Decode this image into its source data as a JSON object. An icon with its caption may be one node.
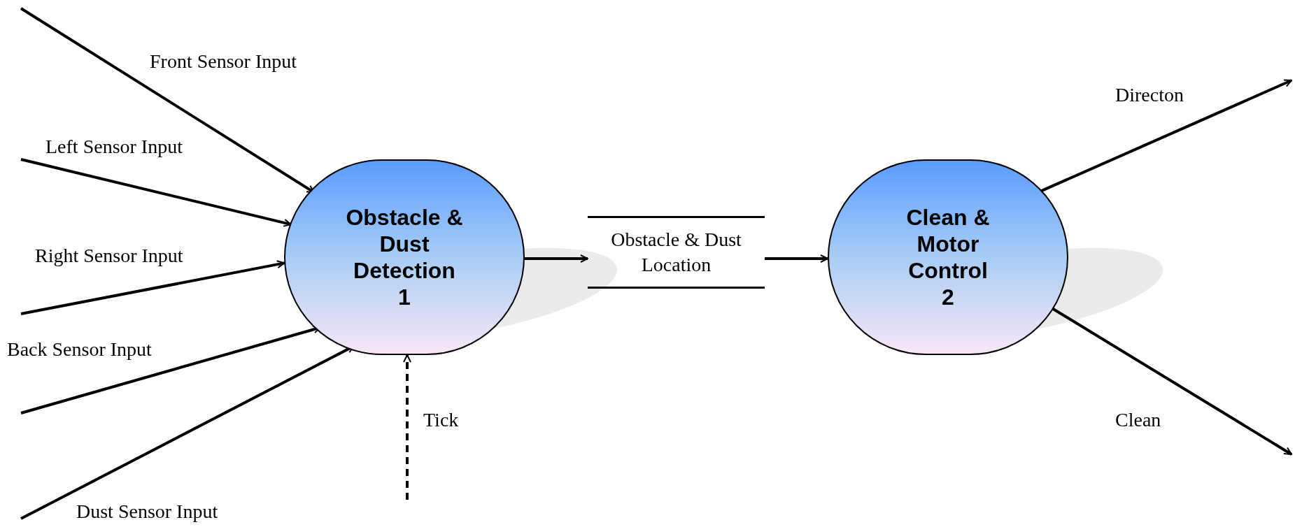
{
  "diagram": {
    "nodes": [
      {
        "text": [
          "Obstacle & Dust Detection",
          "1"
        ]
      },
      {
        "text": [
          "Obstacle & Dust Location"
        ]
      },
      {
        "text": [
          "Clean & Motor Control",
          "2"
        ]
      }
    ],
    "edges": [
      {
        "from": null,
        "to": 0,
        "arrow": "to",
        "label": "Front Sensor Input"
      },
      {
        "from": null,
        "to": 0,
        "arrow": "to",
        "label": "Left Sensor Input"
      },
      {
        "from": null,
        "to": 0,
        "arrow": "to",
        "label": "Right Sensor Input"
      },
      {
        "from": null,
        "to": 0,
        "arrow": "to",
        "label": "Back Sensor Input"
      },
      {
        "from": null,
        "to": 0,
        "arrow": "to",
        "label": "Dust Sensor Input"
      },
      {
        "from": null,
        "to": 0,
        "arrow": "to",
        "label": "Tick",
        "style": "dashed"
      },
      {
        "from": 0,
        "to": 1,
        "arrow": "to"
      },
      {
        "from": 1,
        "to": 2,
        "arrow": "to"
      },
      {
        "from": 2,
        "to": null,
        "arrow": "to",
        "label": "Directon"
      },
      {
        "from": 2,
        "to": null,
        "arrow": "to",
        "label": "Clean"
      }
    ]
  }
}
